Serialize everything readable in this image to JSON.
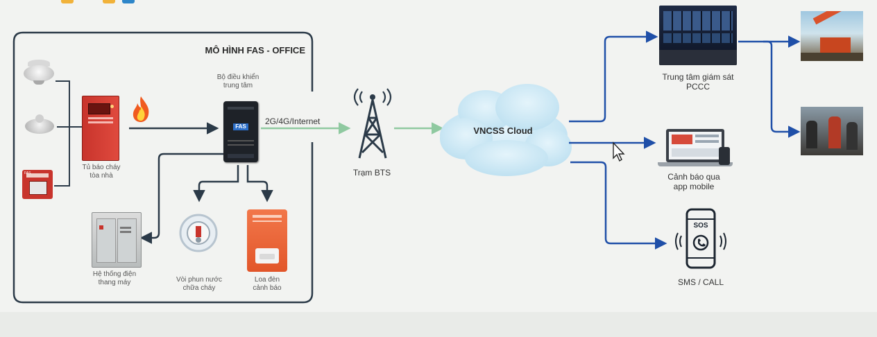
{
  "diagram": {
    "office_box_title": "MÔ HÌNH FAS - OFFICE",
    "controller_label_line1": "Bộ điều khiển",
    "controller_label_line2": "trung tâm",
    "controller_brand": "FAS",
    "panel_label_line1": "Tủ báo cháy",
    "panel_label_line2": "tòa nhà",
    "link_label": "2G/4G/Internet",
    "bts_label": "Trạm BTS",
    "cloud_label": "VNCSS Cloud",
    "elevator_label_line1": "Hệ thống điện",
    "elevator_label_line2": "thang máy",
    "sprinkler_label_line1": "Vòi phun nước",
    "sprinkler_label_line2": "chữa cháy",
    "siren_label_line1": "Loa đèn",
    "siren_label_line2": "cảnh báo",
    "monitor_label_line1": "Trung tâm giám sát",
    "monitor_label_line2": "PCCC",
    "app_label_line1": "Cảnh báo qua",
    "app_label_line2": "app mobile",
    "sms_label": "SMS / CALL",
    "phone_text": "SOS",
    "mini_panel_text": "FAS"
  },
  "colors": {
    "arrow_blue": "#1f4fa8",
    "arrow_green": "#8fc9a0",
    "line_dark": "#2b3a48",
    "cloud": "#cfe9f6",
    "panel_red": "#c8342c"
  },
  "icons": [
    "smoke-detector-icon",
    "heat-detector-icon",
    "manual-call-point-icon",
    "fire-panel-icon",
    "flame-icon",
    "controller-icon",
    "bts-tower-icon",
    "cloud-icon",
    "elevator-system-icon",
    "sprinkler-icon",
    "siren-icon",
    "monitoring-center-icon",
    "firefighters-icon",
    "laptop-app-icon",
    "phone-sos-icon",
    "mouse-cursor-icon"
  ]
}
